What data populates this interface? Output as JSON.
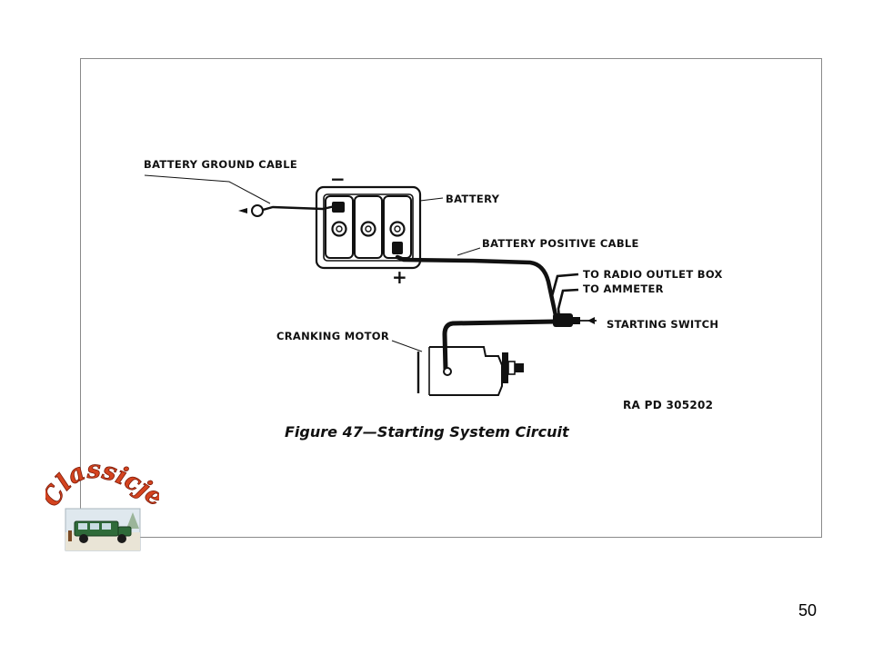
{
  "figure": {
    "labels": {
      "battery_ground_cable": "BATTERY GROUND CABLE",
      "battery": "BATTERY",
      "battery_positive_cable": "BATTERY POSITIVE CABLE",
      "to_radio_outlet_box": "TO RADIO OUTLET BOX",
      "to_ammeter": "TO AMMETER",
      "starting_switch": "STARTING SWITCH",
      "cranking_motor": "CRANKING MOTOR"
    },
    "polarity": {
      "negative": "−",
      "positive": "+"
    },
    "reference_code": "RA PD 305202",
    "caption": "Figure 47—Starting System Circuit"
  },
  "logo": {
    "text": "Classicjeep"
  },
  "slide": {
    "page_number": "50"
  },
  "colors": {
    "frame_border": "#8a8a8a",
    "ink": "#111111",
    "logo_text": "#d4431f",
    "jeep_body": "#2f6b3a"
  }
}
